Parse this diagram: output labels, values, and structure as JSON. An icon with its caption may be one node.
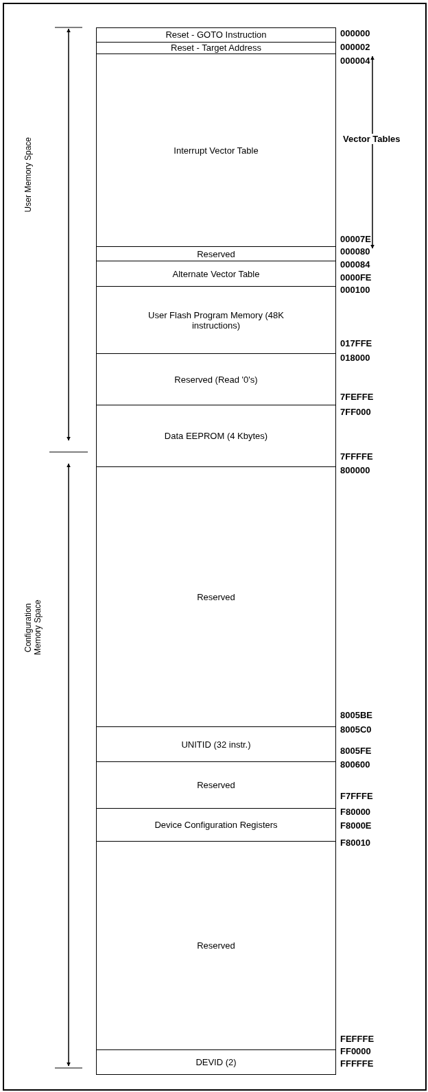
{
  "diagram": {
    "nodes": [
      {
        "text": [
          "Reset - GOTO Instruction"
        ]
      },
      {
        "text": [
          "Reset - Target Address"
        ]
      },
      {
        "text": [
          "Interrupt Vector Table"
        ]
      },
      {
        "text": [
          "Reserved"
        ]
      },
      {
        "text": [
          "Alternate Vector Table"
        ]
      },
      {
        "text": [
          "User Flash Program Memory (48K instructions)"
        ]
      },
      {
        "text": [
          "Reserved (Read '0's)"
        ]
      },
      {
        "text": [
          "Data EEPROM (4 Kbytes)"
        ]
      },
      {
        "text": [
          "Reserved"
        ]
      },
      {
        "text": [
          "UNITID (32 instr.)"
        ]
      },
      {
        "text": [
          "Reserved"
        ]
      },
      {
        "text": [
          "Device Configuration Registers"
        ]
      },
      {
        "text": [
          "Reserved"
        ]
      },
      {
        "text": [
          "DEVID (2)"
        ]
      }
    ],
    "labels": [
      "000000",
      "000002",
      "000004",
      "00007E",
      "000080",
      "000084",
      "0000FE",
      "000100",
      "017FFE",
      "018000",
      "7FEFFE",
      "7FF000",
      "7FFFFE",
      "800000",
      "8005BE",
      "8005C0",
      "8005FE",
      "800600",
      "F7FFFE",
      "F80000",
      "F8000E",
      "F80010",
      "FEFFFE",
      "FF0000",
      "FFFFFE",
      "User Memory Space",
      "Configuration Memory Space",
      "Vector Tables"
    ]
  }
}
